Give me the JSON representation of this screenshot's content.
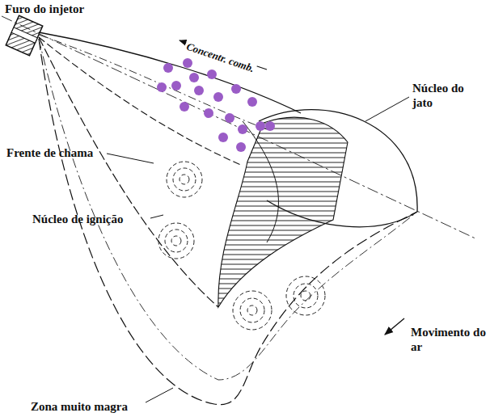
{
  "diagram": {
    "labels": [
      "Furo do injetor",
      "Concentr. comb.",
      "Núcleo do jato",
      "Frente de chama",
      "Núcleo de ignição",
      "Movimento do ar",
      "Zona muito magra"
    ]
  }
}
